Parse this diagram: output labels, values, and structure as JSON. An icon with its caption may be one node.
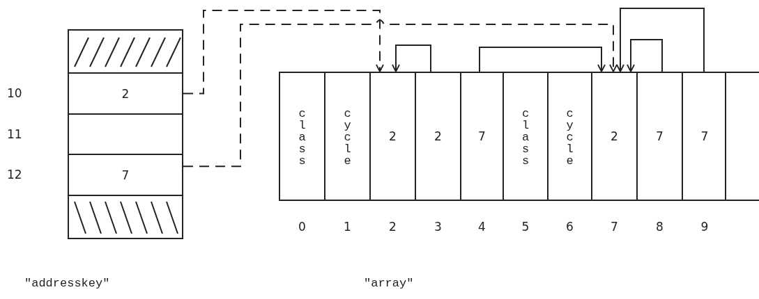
{
  "diagram": {
    "nodes": [
      {
        "text": [],
        "shape": "box"
      },
      {
        "text": [
          "2"
        ],
        "beside": [
          "10"
        ]
      },
      {
        "text": [],
        "shape": "box",
        "beside": [
          "11"
        ]
      },
      {
        "text": [
          "7"
        ],
        "beside": [
          "12"
        ]
      },
      {
        "text": [],
        "shape": "box"
      },
      {
        "text": [
          "class"
        ],
        "beside": [
          "0"
        ]
      },
      {
        "text": [
          "cycle"
        ],
        "beside": [
          "1"
        ]
      },
      {
        "text": [
          "2"
        ],
        "beside": [
          "2"
        ]
      },
      {
        "text": [
          "2"
        ],
        "beside": [
          "3"
        ]
      },
      {
        "text": [
          "7"
        ],
        "beside": [
          "4"
        ]
      },
      {
        "text": [
          "class"
        ],
        "beside": [
          "5"
        ]
      },
      {
        "text": [
          "cycle"
        ],
        "beside": [
          "6"
        ]
      },
      {
        "text": [
          "2"
        ],
        "beside": [
          "7"
        ]
      },
      {
        "text": [
          "7"
        ],
        "beside": [
          "8"
        ]
      },
      {
        "text": [
          "7"
        ],
        "beside": [
          "9"
        ]
      },
      {
        "text": [],
        "shape": "box"
      }
    ],
    "edges": [
      {
        "from": 1,
        "to": 7,
        "arrow": "to",
        "style": "dashed"
      },
      {
        "from": 3,
        "to": 12,
        "arrow": "to",
        "style": "dashed"
      },
      {
        "from": 8,
        "to": 7,
        "arrow": "to"
      },
      {
        "from": 9,
        "to": 12,
        "arrow": "to"
      },
      {
        "from": 13,
        "to": 12,
        "arrow": "to"
      },
      {
        "from": 14,
        "to": 12,
        "arrow": "to"
      }
    ],
    "labels": [
      "\"addresskey\"",
      "\"array\""
    ]
  }
}
